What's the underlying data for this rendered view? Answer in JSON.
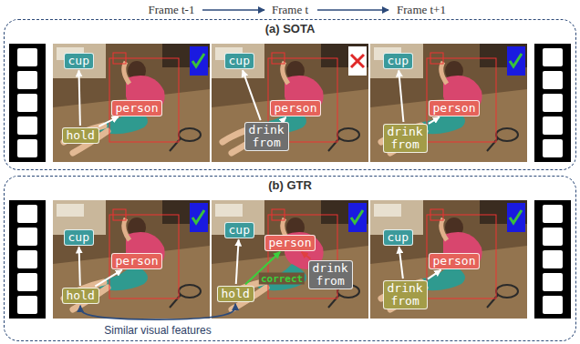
{
  "diagram": {
    "nodes": [
      {
        "text": [
          "(a) SOTA"
        ]
      },
      {
        "text": [
          "cup"
        ],
        "in": 0
      },
      {
        "text": [
          "person"
        ],
        "in": 0
      },
      {
        "text": [
          "hold"
        ],
        "in": 0
      },
      {
        "text": [
          "cup"
        ],
        "in": 0
      },
      {
        "text": [
          "person"
        ],
        "in": 0
      },
      {
        "text": [
          "drink from"
        ],
        "in": 0
      },
      {
        "text": [
          "cup"
        ],
        "in": 0
      },
      {
        "text": [
          "person"
        ],
        "in": 0
      },
      {
        "text": [
          "drink from"
        ],
        "in": 0
      },
      {
        "text": [
          "(b) GTR"
        ]
      },
      {
        "text": [
          "cup"
        ],
        "in": 10
      },
      {
        "text": [
          "person"
        ],
        "in": 10
      },
      {
        "text": [
          "hold"
        ],
        "in": 10
      },
      {
        "text": [
          "cup"
        ],
        "in": 10
      },
      {
        "text": [
          "person"
        ],
        "in": 10
      },
      {
        "text": [
          "hold"
        ],
        "in": 10
      },
      {
        "text": [
          "drink from"
        ],
        "in": 10
      },
      {
        "text": [
          "cup"
        ],
        "in": 10
      },
      {
        "text": [
          "person"
        ],
        "in": 10
      },
      {
        "text": [
          "drink from"
        ],
        "in": 10
      }
    ],
    "edges": [
      {
        "from": 3,
        "to": 1,
        "arrow": "to"
      },
      {
        "from": 3,
        "to": 2,
        "arrow": "to"
      },
      {
        "from": 6,
        "to": 4,
        "arrow": "to"
      },
      {
        "from": 6,
        "to": 5,
        "arrow": "to"
      },
      {
        "from": 9,
        "to": 7,
        "arrow": "to"
      },
      {
        "from": 9,
        "to": 8,
        "arrow": "to"
      },
      {
        "from": 13,
        "to": 11,
        "arrow": "to"
      },
      {
        "from": 13,
        "to": 12,
        "arrow": "to"
      },
      {
        "from": 16,
        "to": 14,
        "arrow": "to"
      },
      {
        "from": 16,
        "to": 15,
        "label": "correct",
        "arrow": "to"
      },
      {
        "from": 17,
        "to": 15,
        "arrow": "to"
      },
      {
        "from": 20,
        "to": 18,
        "arrow": "to"
      },
      {
        "from": 20,
        "to": 19,
        "arrow": "to"
      },
      {
        "from": 13,
        "to": 16,
        "arrow": "both"
      }
    ],
    "labels": [
      "Frame t-1",
      "Frame t",
      "Frame t+1",
      "Similar visual features"
    ]
  }
}
